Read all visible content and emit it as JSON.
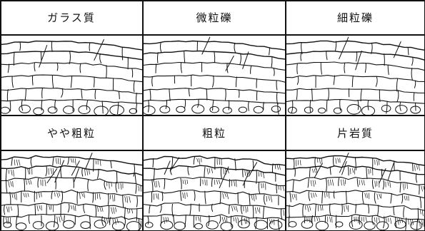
{
  "panels": [
    {
      "label": "ガラス質",
      "variant": "glassy"
    },
    {
      "label": "微粒礫",
      "variant": "micro"
    },
    {
      "label": "細粒礫",
      "variant": "fine"
    },
    {
      "label": "やや粗粒",
      "variant": "semicoarse"
    },
    {
      "label": "粗粒",
      "variant": "coarse"
    },
    {
      "label": "片岩質",
      "variant": "schistose"
    }
  ]
}
